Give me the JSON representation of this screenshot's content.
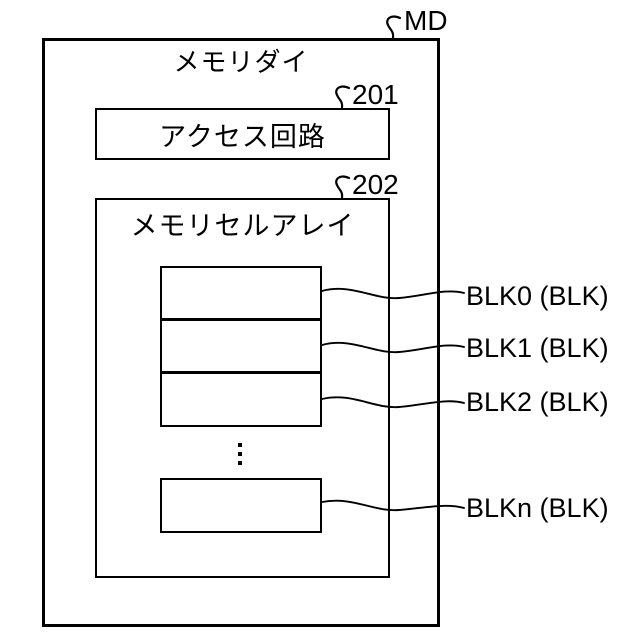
{
  "figure": {
    "die": {
      "title": "メモリダイ",
      "ref": "MD"
    },
    "access_circuit": {
      "title": "アクセス回路",
      "ref": "201"
    },
    "memory_cell_array": {
      "title": "メモリセルアレイ",
      "ref": "202"
    },
    "block_labels": [
      "BLK0 (BLK)",
      "BLK1 (BLK)",
      "BLK2 (BLK)",
      "BLKn (BLK)"
    ]
  }
}
